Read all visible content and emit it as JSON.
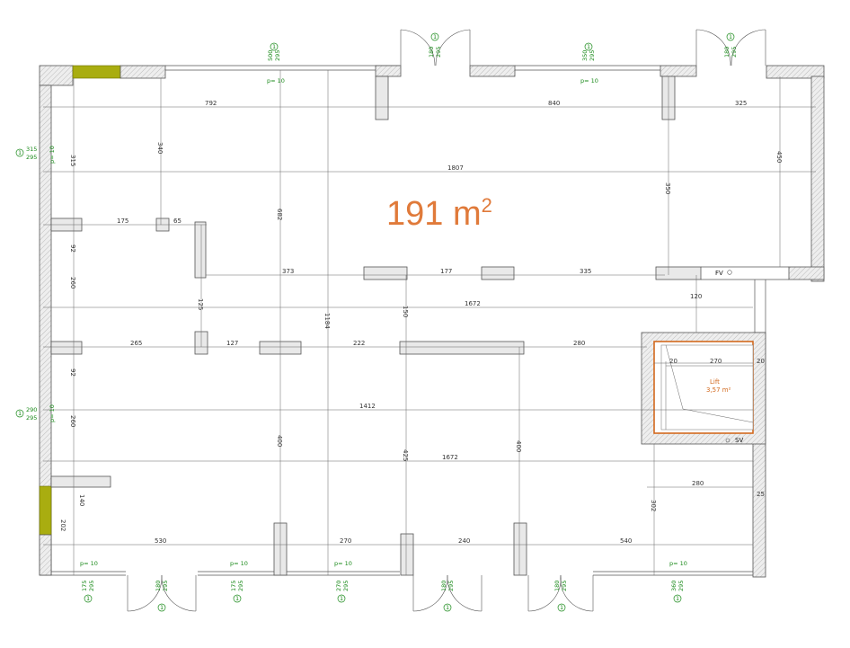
{
  "area_label": {
    "value": "191 m",
    "sup": "2"
  },
  "lift": {
    "name": "Lift",
    "area": "3,57 m²",
    "code": "SV"
  },
  "fv_label": "FV",
  "dimensions": [
    {
      "t": "792"
    },
    {
      "t": "840"
    },
    {
      "t": "325"
    },
    {
      "t": "1807"
    },
    {
      "t": "340"
    },
    {
      "t": "315"
    },
    {
      "t": "350"
    },
    {
      "t": "450"
    },
    {
      "t": "175"
    },
    {
      "t": "65"
    },
    {
      "t": "682"
    },
    {
      "t": "373"
    },
    {
      "t": "177"
    },
    {
      "t": "335"
    },
    {
      "t": "92"
    },
    {
      "t": "260"
    },
    {
      "t": "125"
    },
    {
      "t": "150"
    },
    {
      "t": "1672"
    },
    {
      "t": "120"
    },
    {
      "t": "1184"
    },
    {
      "t": "265"
    },
    {
      "t": "127"
    },
    {
      "t": "222"
    },
    {
      "t": "280"
    },
    {
      "t": "92"
    },
    {
      "t": "20"
    },
    {
      "t": "270"
    },
    {
      "t": "20"
    },
    {
      "t": "260"
    },
    {
      "t": "1412"
    },
    {
      "t": "400"
    },
    {
      "t": "425"
    },
    {
      "t": "400"
    },
    {
      "t": "1672"
    },
    {
      "t": "140"
    },
    {
      "t": "280"
    },
    {
      "t": "202"
    },
    {
      "t": "302"
    },
    {
      "t": "25"
    },
    {
      "t": "530"
    },
    {
      "t": "270"
    },
    {
      "t": "240"
    },
    {
      "t": "540"
    }
  ],
  "windows_top": [
    {
      "n": "1",
      "w": "500",
      "h": "295",
      "p": "p= 10"
    },
    {
      "n": "1",
      "w": "180",
      "h": "295"
    },
    {
      "n": "1",
      "w": "350",
      "h": "295",
      "p": "p= 10"
    },
    {
      "n": "1",
      "w": "180",
      "h": "295"
    }
  ],
  "windows_left": [
    {
      "n": "1",
      "w": "315",
      "h": "295",
      "p": "p= 10"
    },
    {
      "n": "1",
      "w": "290",
      "h": "295",
      "p": "p= 10"
    }
  ],
  "windows_bottom": [
    {
      "n": "1",
      "w": "175",
      "h": "295",
      "p": "p= 10"
    },
    {
      "n": "1",
      "w": "180",
      "h": "295"
    },
    {
      "n": "1",
      "w": "175",
      "h": "295",
      "p": "p= 10"
    },
    {
      "n": "1",
      "w": "270",
      "h": "295",
      "p": "p= 10"
    },
    {
      "n": "1",
      "w": "180",
      "h": "295"
    },
    {
      "n": "1",
      "w": "180",
      "h": "295"
    },
    {
      "n": "1",
      "w": "360",
      "h": "295",
      "p": "p= 10"
    }
  ]
}
